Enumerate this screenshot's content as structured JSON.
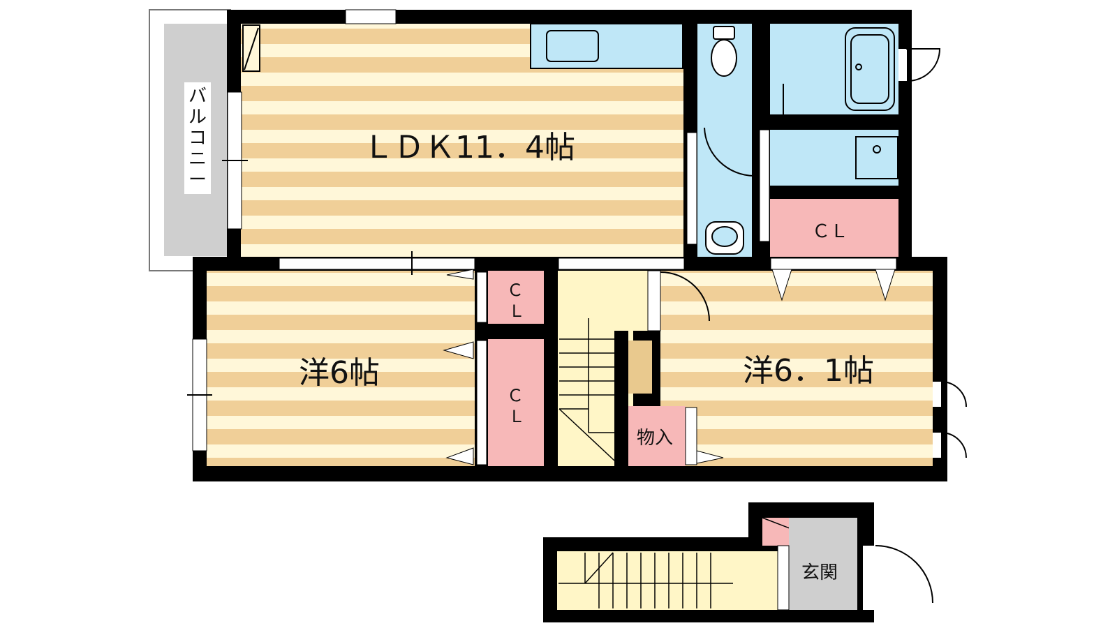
{
  "floor_plan": {
    "rooms": {
      "ldk": "ＬＤＫ11．4帖",
      "western_room_left": "洋6帖",
      "western_room_right": "洋6．1帖",
      "closet_upper_right": "ＣＬ",
      "closet_small_top_c": "Ｃ",
      "closet_small_top_l": "Ｌ",
      "closet_small_bottom_c": "Ｃ",
      "closet_small_bottom_l": "Ｌ",
      "storage": "物入",
      "entrance": "玄関"
    },
    "balcony": {
      "char1": "バ",
      "char2": "ル",
      "char3": "コ",
      "char4": "ニ",
      "char5": "ー"
    },
    "colors": {
      "wall": "#000000",
      "floor_stripe_dark": "#f0cf98",
      "floor_stripe_light": "#fff7d9",
      "hall_floor": "#fff6c7",
      "wet_area": "#bfe7f7",
      "closet": "#f7b8b8",
      "entrance": "#cfcfcf",
      "balcony": "#cfcfcf",
      "wood_panel": "#e9c98e"
    }
  }
}
